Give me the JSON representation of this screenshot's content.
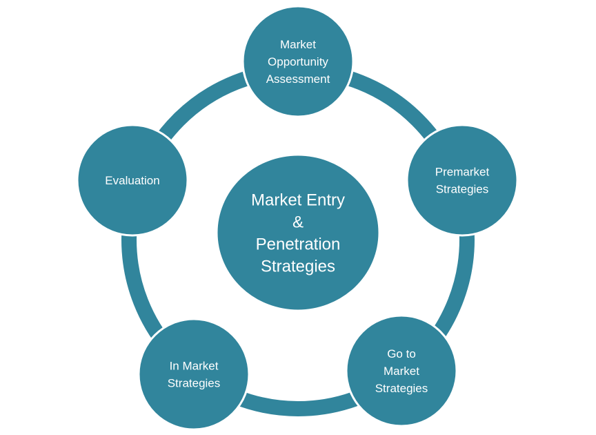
{
  "diagram": {
    "colors": {
      "node_fill": "#31859c",
      "node_stroke": "#ffffff",
      "ring": "#31859c",
      "text": "#ffffff",
      "background": "#ffffff"
    },
    "center": {
      "lines": [
        "Market Entry",
        "&",
        "Penetration",
        "Strategies"
      ]
    },
    "nodes": [
      {
        "id": "market-opportunity-assessment",
        "lines": [
          "Market",
          "Opportunity",
          "Assessment"
        ]
      },
      {
        "id": "premarket-strategies",
        "lines": [
          "Premarket",
          "Strategies"
        ]
      },
      {
        "id": "go-to-market-strategies",
        "lines": [
          "Go to",
          "Market",
          "Strategies"
        ]
      },
      {
        "id": "in-market-strategies",
        "lines": [
          "In Market",
          "Strategies"
        ]
      },
      {
        "id": "evaluation",
        "lines": [
          "Evaluation"
        ]
      }
    ]
  }
}
